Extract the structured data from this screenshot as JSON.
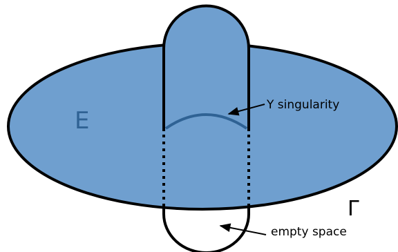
{
  "diagram": {
    "region_label": "E",
    "curve_label": "Γ",
    "annotations": {
      "singularity": "Y singularity",
      "empty": "empty space"
    },
    "colors": {
      "fill": "#6f9fcf",
      "outline": "#000000",
      "singularity_curve": "#2f6294",
      "region_label": "#2f6294",
      "background": "#ffffff"
    }
  }
}
